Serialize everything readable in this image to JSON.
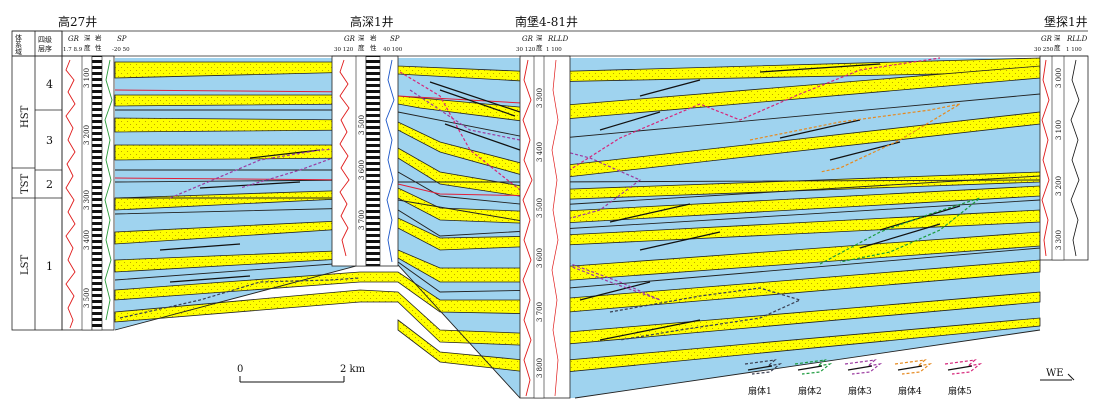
{
  "wells": [
    {
      "name": "高27井"
    },
    {
      "name": "高深1井"
    },
    {
      "name": "南堡4-81井"
    },
    {
      "name": "堡探1井"
    }
  ],
  "header": {
    "system_tract": "体\n系\n域",
    "sequence": "四级\n层序",
    "gr": "GR",
    "gr_range_1": "1.7 8.9",
    "gr_range_2": "30 120",
    "gr_range_3": "30 120",
    "gr_range_4": "30 250",
    "depth": "深度",
    "lithology": "岩性",
    "sp": "SP",
    "sp_range_1": "-20 50",
    "sp_range_2": "40 100",
    "rlld": "RLLD",
    "rlld_range_3": "1   100",
    "rlld_range_4": "1   100"
  },
  "system_tracts": [
    "HST",
    "TST",
    "LST"
  ],
  "sequences": [
    "4",
    "3",
    "2",
    "1"
  ],
  "depths": {
    "well1": [
      "3 100",
      "3 200",
      "3 300",
      "3 400",
      "3 500"
    ],
    "well2": [
      "3 500",
      "3 600",
      "3 700"
    ],
    "well3": [
      "3 300",
      "3 400",
      "3 500",
      "3 600",
      "3 700",
      "3 800"
    ],
    "well4": [
      "3 000",
      "3 100",
      "3 200",
      "3 300"
    ]
  },
  "scale": {
    "start": "0",
    "end": "2 km"
  },
  "legend": [
    {
      "label": "扇体1",
      "color": "#3a3f52"
    },
    {
      "label": "扇体2",
      "color": "#1a9a3c"
    },
    {
      "label": "扇体3",
      "color": "#9b3aa0"
    },
    {
      "label": "扇体4",
      "color": "#e6891f"
    },
    {
      "label": "扇体5",
      "color": "#d6267a"
    }
  ],
  "direction": "WE",
  "colors": {
    "mudstone": "#9fd3ef",
    "sandstone": "#ffff00",
    "sand_dot": "#c8a000",
    "gr_curve": "#e01b1b",
    "sp_curve": "#2a9a3a",
    "boundary_red": "#e0203a"
  }
}
